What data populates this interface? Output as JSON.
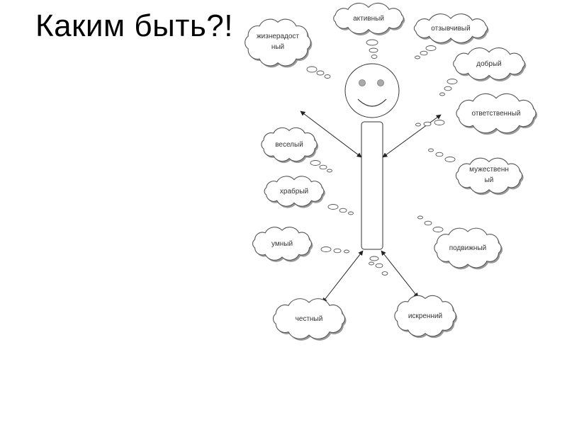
{
  "title": "Каким быть?!",
  "words": [
    {
      "id": "zhiznerad",
      "line1": "жизнерадост",
      "line2": "ный"
    },
    {
      "id": "aktivny",
      "line1": "активный",
      "line2": ""
    },
    {
      "id": "otzyvchivy",
      "line1": "отзывчивый",
      "line2": ""
    },
    {
      "id": "dobry",
      "line1": "добрый",
      "line2": ""
    },
    {
      "id": "otvetstv",
      "line1": "ответственный",
      "line2": ""
    },
    {
      "id": "vesely",
      "line1": "веселый",
      "line2": ""
    },
    {
      "id": "muzhestv",
      "line1": "мужественн",
      "line2": "ый"
    },
    {
      "id": "khrabry",
      "line1": "храбрый",
      "line2": ""
    },
    {
      "id": "umny",
      "line1": "умный",
      "line2": ""
    },
    {
      "id": "podvizhny",
      "line1": "подвижный",
      "line2": ""
    },
    {
      "id": "chestny",
      "line1": "честный",
      "line2": ""
    },
    {
      "id": "iskrenny",
      "line1": "искренний",
      "line2": ""
    }
  ]
}
